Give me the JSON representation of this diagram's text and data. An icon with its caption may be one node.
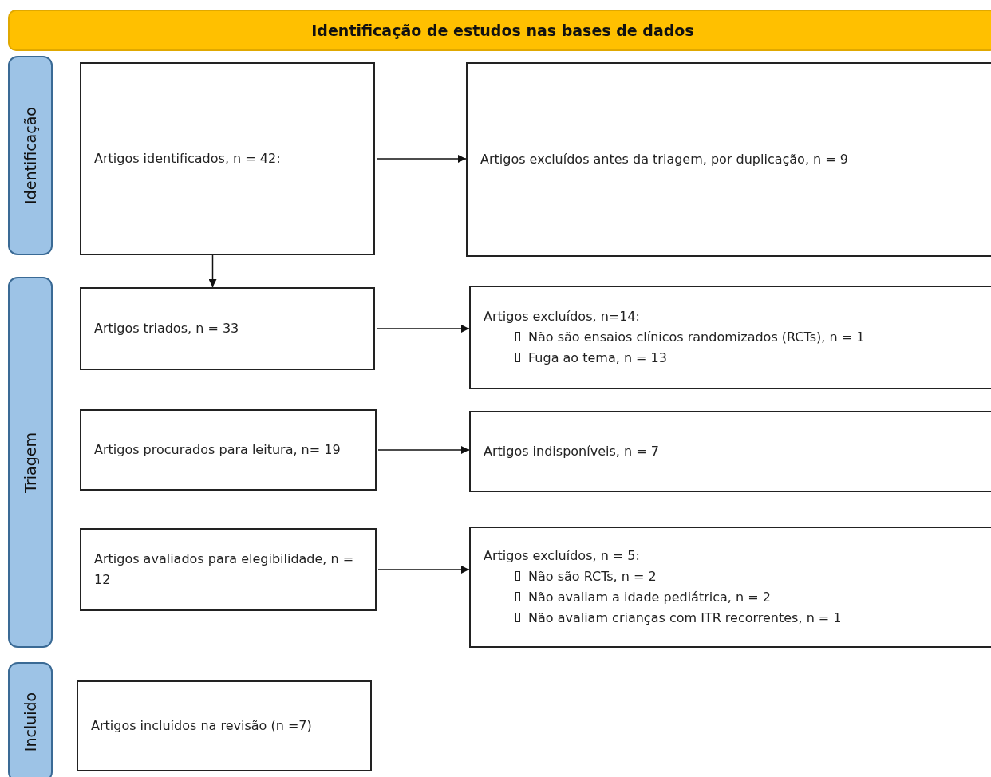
{
  "diagram": {
    "nodes": [
      {
        "text": [
          "Identificação de estudos nas bases de dados"
        ]
      },
      {
        "text": [
          "Identificação"
        ]
      },
      {
        "text": [
          "Triagem"
        ]
      },
      {
        "text": [
          "Incluido"
        ]
      },
      {
        "text": [
          "Artigos identificados, n = 42:"
        ]
      },
      {
        "text": [
          "Artigos excluídos antes da triagem, por duplicação, n = 9"
        ]
      },
      {
        "text": [
          "Artigos triados, n = 33"
        ]
      },
      {
        "text": [
          "Artigos excluídos, n=14:",
          "Não são ensaios clínicos randomizados (RCTs), n = 1",
          "Fuga ao tema, n = 13"
        ]
      },
      {
        "text": [
          "Artigos procurados para leitura, n= 19"
        ]
      },
      {
        "text": [
          "Artigos indisponíveis, n = 7"
        ]
      },
      {
        "text": [
          "Artigos avaliados para elegibilidade, n = 12"
        ]
      },
      {
        "text": [
          "Artigos excluídos, n = 5:",
          "Não são RCTs, n = 2",
          "Não avaliam a idade pediátrica, n = 2",
          "Não avaliam crianças com ITR recorrentes, n = 1"
        ]
      },
      {
        "text": [
          "Artigos incluídos na revisão (n =7)"
        ]
      }
    ],
    "edges": [
      {
        "from": 4,
        "to": 5,
        "arrow": "to"
      },
      {
        "from": 4,
        "to": 6,
        "arrow": "to"
      },
      {
        "from": 6,
        "to": 7,
        "arrow": "to"
      },
      {
        "from": 8,
        "to": 9,
        "arrow": "to"
      },
      {
        "from": 10,
        "to": 11,
        "arrow": "to"
      }
    ]
  }
}
